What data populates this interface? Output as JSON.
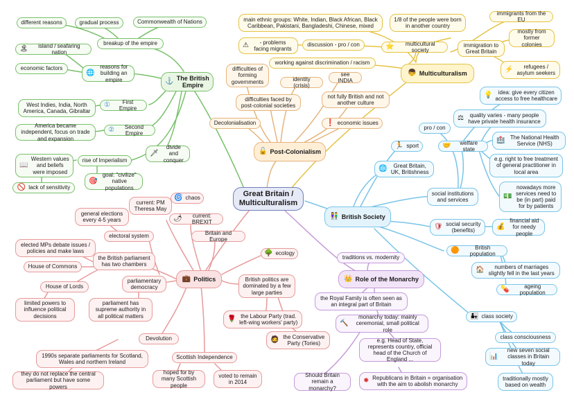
{
  "center": {
    "label": "Great Britain / Multiculturalism"
  },
  "branches": {
    "empire": {
      "main": "The British Empire",
      "breakup": "breakup of the empire",
      "different_reasons": "different reasons",
      "gradual_process": "gradual process",
      "commonwealth": "Commonwealth of Nations",
      "reasons_building": "reasons for building an empire",
      "island": "island / seafaring nation",
      "economic_factors": "economic factors",
      "first_empire": "First Empire",
      "first_empire_places": "West Indies, India, North America, Canada, Gibraltar",
      "second_empire": "Second Empire",
      "america_independent": "America became independent, focus on trade and expansion",
      "divide_conquer": "divide and conquer",
      "rise_imperialism": "rise of Imperialism",
      "western_values": "Western values and beliefs were imposed",
      "goal_civilize": "goal: \"civilize\" native populations",
      "lack_sensitivity": "lack of sensitivity"
    },
    "multiculturalism": {
      "main": "Multiculturalism",
      "ethnic_groups": "main ethnic groups: White, Indian, Black African, Black Caribbean, Pakistani, Bangladeshi, Chinese, mixed",
      "born_elsewhere": "1/8 of the people were born in another country",
      "immigration": "immigration to Great Britain",
      "immigrants_eu": "immigrants from the EU",
      "former_colonies": "mostly from former colonies",
      "refugees": "refugees / asylum seekers",
      "multicultural_society": "multicultural society",
      "problems_migrants": "- problems facing migrants",
      "discussion": "discussion - pro / con",
      "working_against": "working against discrimination / racism"
    },
    "postcolonialism": {
      "main": "Post-Colonialism",
      "difficulties_governments": "difficulties of forming governments",
      "difficulties_societies": "difficulties faced by post-colonial societies",
      "identity": "identity (crisis)",
      "see_india": "see INDIA",
      "not_fully": "not fully British and not another culture",
      "economic_issues": "economic issues",
      "decolonisation": "Decolonialisation"
    },
    "society": {
      "main": "British Society",
      "sport": "sport",
      "welfare_state": "welfare state",
      "pro_con": "pro / con",
      "gb_uk": "Great Britain, UK, Britishness",
      "institutions": "social institutions and services",
      "idea_healthcare": "idea: give every citizen access to free healthcare",
      "quality_varies": "quality varies - many people have private health insurance",
      "nhs": "The National Health Service (NHS)",
      "right_free": "e.g. right to free treatment of general practitioner in local area",
      "services_paid": "nowadays more services need to be (in part) paid for by patients",
      "social_security": "social security (benefits)",
      "financial_aid": "financial aid for needy people",
      "population": "British population",
      "marriages": "numbers of marriages slightly fell in the last years",
      "ageing": "ageing population",
      "class_society": "class society",
      "class_consciousness": "class consciousness",
      "new_classes": "new seven social classes in Britain today",
      "based_wealth": "traditionally mostly based on wealth"
    },
    "politics": {
      "main": "Politics",
      "chaos": "chaos",
      "current_pm": "current: PM Theresa May",
      "current_brexit": "current: BREXIT",
      "general_elections": "general elections every 4-5 years",
      "electoral_system": "electoral system",
      "britain_europe": "Britain and Europe",
      "ecology": "ecology",
      "elected_mps": "elected MPs debate issues / policies and make laws",
      "two_chambers": "the British parliament has two chambers",
      "house_commons": "House of Commons",
      "house_lords": "House of Lords",
      "parliamentary_democracy": "parliamentary democracy",
      "limited_powers": "limited powers to influence political decisions",
      "parliament_authority": "parliament has supreme authority in all political matters",
      "dominated": "British politics are dominated by a few large parties",
      "labour": "the Labour Party (trad. left-wing workers' party)",
      "conservative": "the Conservative Party (Tories)",
      "devolution": "Devolution",
      "separate_parliaments": "1990s separate parliaments for Scotland, Wales and northern Ireland",
      "not_replace": "they do not replace the central parliament but have some powers",
      "scottish_independence": "Scottish Independence",
      "hoped_for": "hoped for by many Scottish people",
      "voted_remain": "voted to remain in 2014"
    },
    "monarchy": {
      "main": "Role of the Monarchy",
      "traditions": "traditions vs. modernity",
      "royal_family": "the Royal Family is often seen as an integral part of Britain",
      "ceremonial": "monarchy today: mainly ceremonial, small political role",
      "head_of_state": "e.g. Head of State, represents country, official head of the Church of England ...",
      "remain_question": "Should Britain remain a monarchy?",
      "republicans": "Republicans in Britain = organisation with the aim to abolish monarchy"
    }
  },
  "colors": {
    "empire": "#78c06b",
    "multiculturalism": "#e5c243",
    "postcolonialism": "#e5b47c",
    "society": "#79c4e7",
    "politics": "#e69a9a",
    "monarchy": "#c59ad9",
    "center": "#6f7fb8"
  }
}
